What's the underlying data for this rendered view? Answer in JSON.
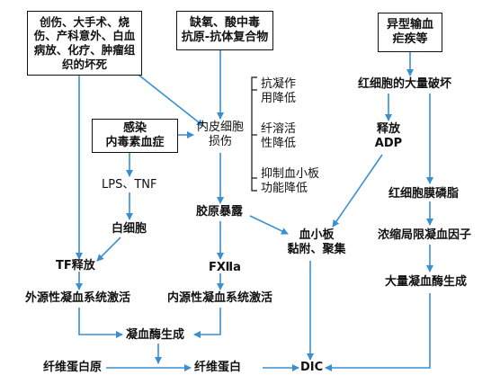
{
  "boxes": {
    "trauma": "创伤、大手术、烧伤、产科意外、白血病放、化疗、肿瘤组织的坏死",
    "hypoxia_line1": "缺氧、酸中毒",
    "hypoxia_line2": "抗原-抗体复合物",
    "transfusion_line1": "异型输血",
    "transfusion_line2": "疟疾等",
    "infection_line1": "感染",
    "infection_line2": "内毒素血症"
  },
  "nodes": {
    "endothelial_line1": "内皮细胞",
    "endothelial_line2": "损伤",
    "lps_tnf": "LPS、TNF",
    "wbc": "白细胞",
    "tf_release": "TF释放",
    "extrinsic": "外源性凝血系统激活",
    "collagen": "胶原暴露",
    "fxiia": "FⅫa",
    "intrinsic": "内源性凝血系统激活",
    "thrombin": "凝血酶生成",
    "fibrinogen": "纤维蛋白原",
    "fibrin": "纤维蛋白",
    "dic": "DIC",
    "platelet_line1": "血小板",
    "platelet_line2": "黏附、聚集",
    "rbc_destroy": "红细胞的大量破坏",
    "release_adp_line1": "释放",
    "release_adp_line2": "ADP",
    "rbc_phospholipid": "红细胞膜磷脂",
    "concentrate": "浓缩局限凝血因子",
    "large_thrombin": "大量凝血酶生成"
  },
  "effects": {
    "anticoag_line1": "抗凝作",
    "anticoag_line2": "用降低",
    "fibrinolysis_line1": "纤溶活",
    "fibrinolysis_line2": "性降低",
    "platelet_inhibit_line1": "抑制血小板",
    "platelet_inhibit_line2": "功能降低"
  },
  "colors": {
    "arrow": "#3a8fd0",
    "text": "#111111",
    "box_border": "#111111"
  }
}
